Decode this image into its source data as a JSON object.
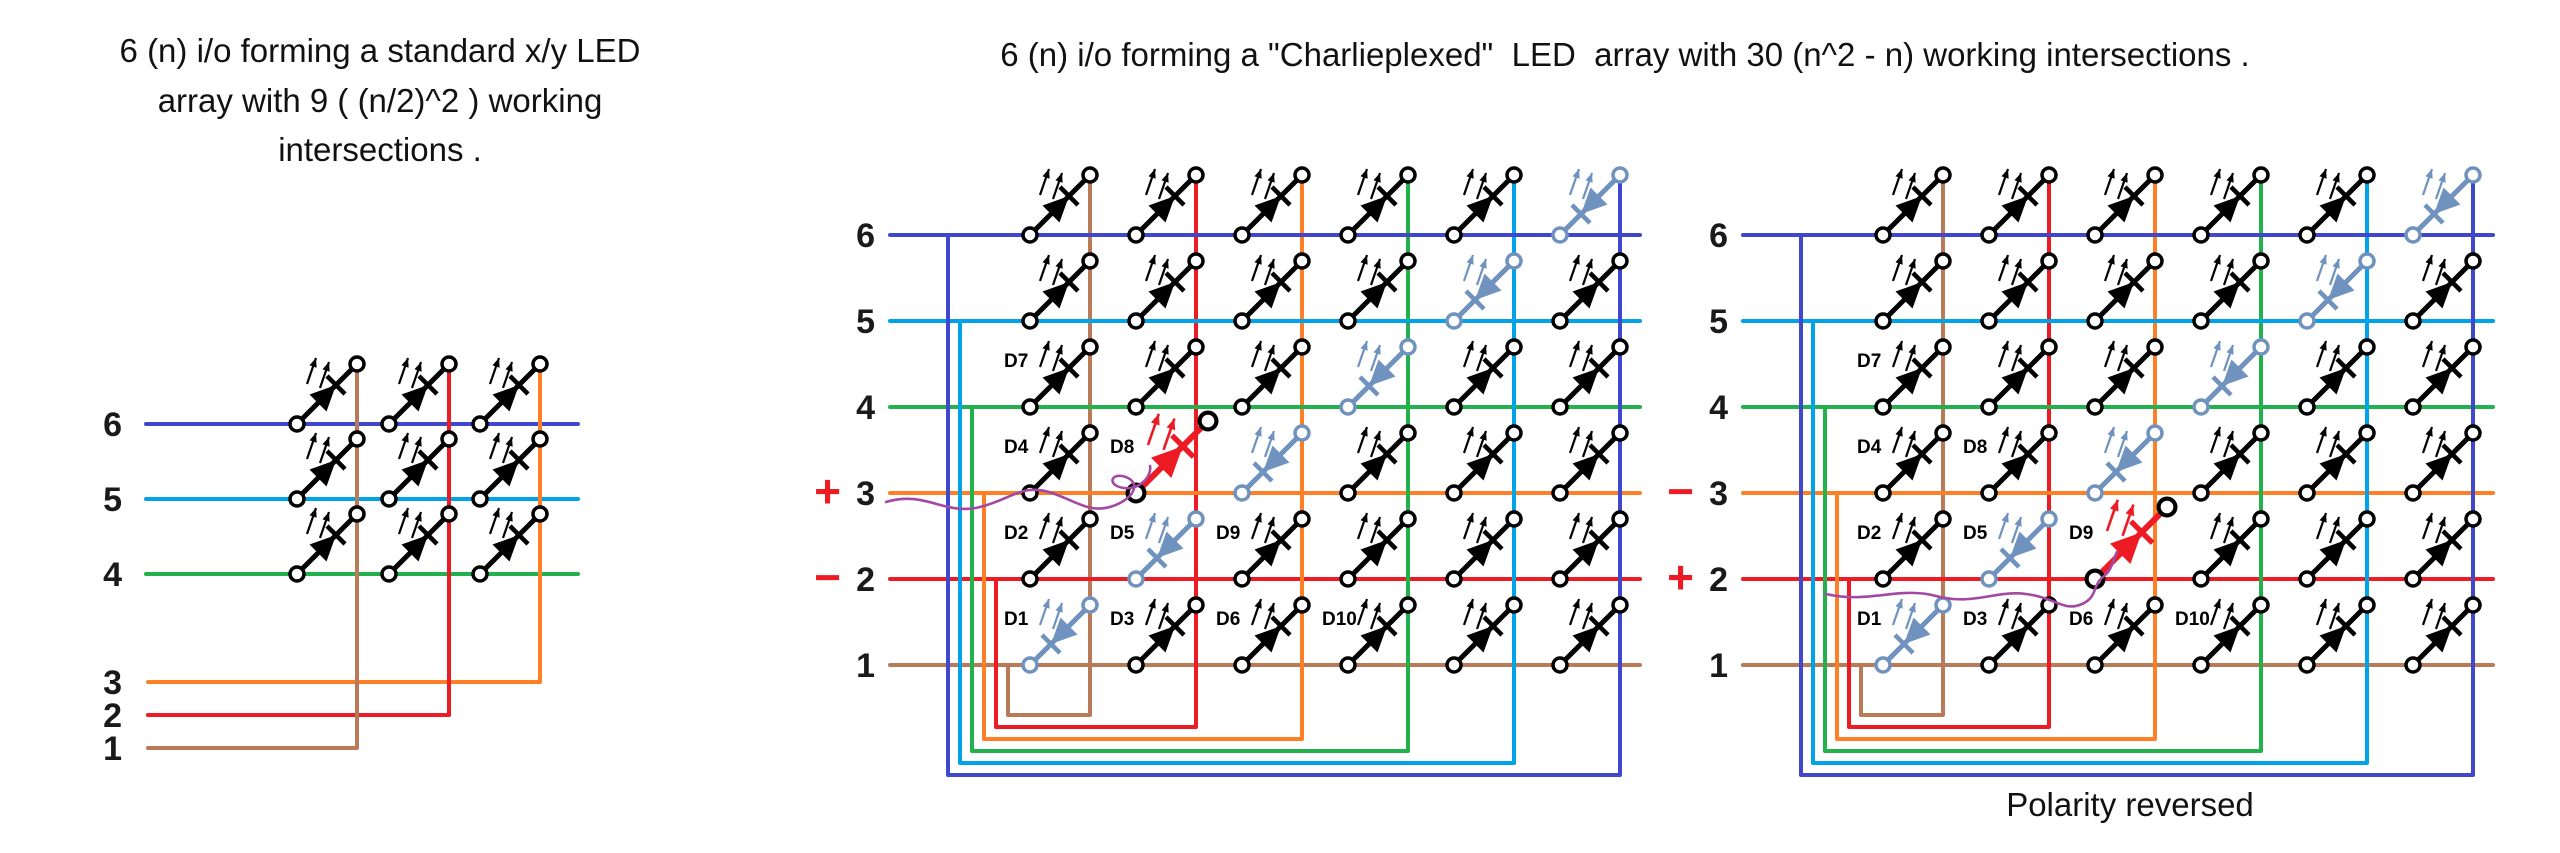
{
  "page": {
    "background": "#ffffff"
  },
  "nets": [
    {
      "id": 1,
      "label": "1",
      "color": "#b97a57"
    },
    {
      "id": 2,
      "label": "2",
      "color": "#ed1c24"
    },
    {
      "id": 3,
      "label": "3",
      "color": "#ff7f27"
    },
    {
      "id": 4,
      "label": "4",
      "color": "#22b14c"
    },
    {
      "id": 5,
      "label": "5",
      "color": "#00a2e8"
    },
    {
      "id": 6,
      "label": "6",
      "color": "#3f48cc"
    }
  ],
  "led_colors": {
    "black": "#000000",
    "nonworking": "#7092be",
    "lit": "#ed1c24"
  },
  "annotation_color": "#a349a4",
  "polarity_color": "#ed1c24",
  "xy_panel": {
    "title_lines": [
      "6 (n)  i/o forming a standard x/y LED",
      "array with 9 ( (n/2)^2 ) working",
      "intersections ."
    ],
    "row_nets": [
      6,
      5,
      4
    ],
    "column_nets": [
      3,
      2,
      1
    ]
  },
  "charlie_panels": [
    {
      "name": "charlieplexed-array-panel",
      "title": "6 (n) i/o forming a \"Charlieplexed\"  LED  array with 30 (n^2 - n) working intersections .",
      "polarity": {
        "plus_label": "+",
        "minus_label": "−",
        "plus_net": 3,
        "minus_net": 2
      },
      "lit_led": {
        "row": 3,
        "slot": 2,
        "label": "D8"
      },
      "caption": ""
    },
    {
      "name": "charlieplexed-array-reversed-panel",
      "title": "",
      "polarity": {
        "plus_label": "+",
        "minus_label": "−",
        "plus_net": 2,
        "minus_net": 3
      },
      "lit_led": {
        "row": 2,
        "slot": 3,
        "label": "D9"
      },
      "caption": "Polarity reversed"
    }
  ],
  "led_labels": [
    {
      "label": "D1",
      "row": 1,
      "slot": 1
    },
    {
      "label": "D2",
      "row": 2,
      "slot": 1
    },
    {
      "label": "D3",
      "row": 1,
      "slot": 2
    },
    {
      "label": "D4",
      "row": 3,
      "slot": 1
    },
    {
      "label": "D5",
      "row": 2,
      "slot": 2
    },
    {
      "label": "D6",
      "row": 1,
      "slot": 3
    },
    {
      "label": "D7",
      "row": 4,
      "slot": 1
    },
    {
      "label": "D8",
      "row": 3,
      "slot": 2
    },
    {
      "label": "D9",
      "row": 2,
      "slot": 3
    },
    {
      "label": "D10",
      "row": 1,
      "slot": 4
    }
  ]
}
